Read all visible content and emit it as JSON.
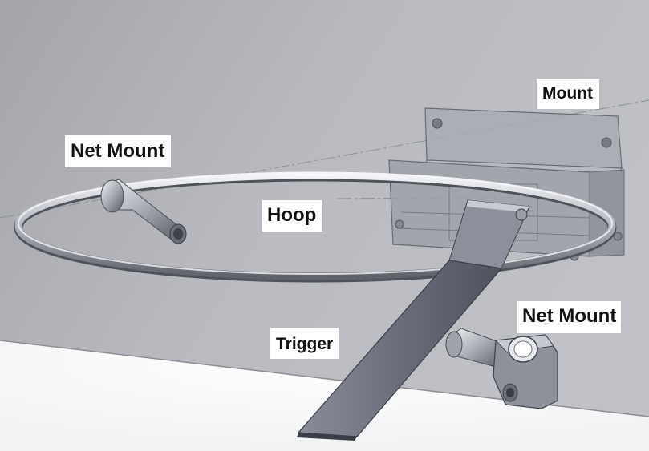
{
  "labels": {
    "mount": "Mount",
    "net_mount_top": "Net Mount",
    "hoop": "Hoop",
    "trigger": "Trigger",
    "net_mount_right": "Net Mount"
  },
  "colors": {
    "background_wall": "#b2b4ba",
    "floor": "#ffffff",
    "metal_light": "#e6e8ee",
    "metal_dark": "#5d6068",
    "trigger": "#6e7180"
  }
}
